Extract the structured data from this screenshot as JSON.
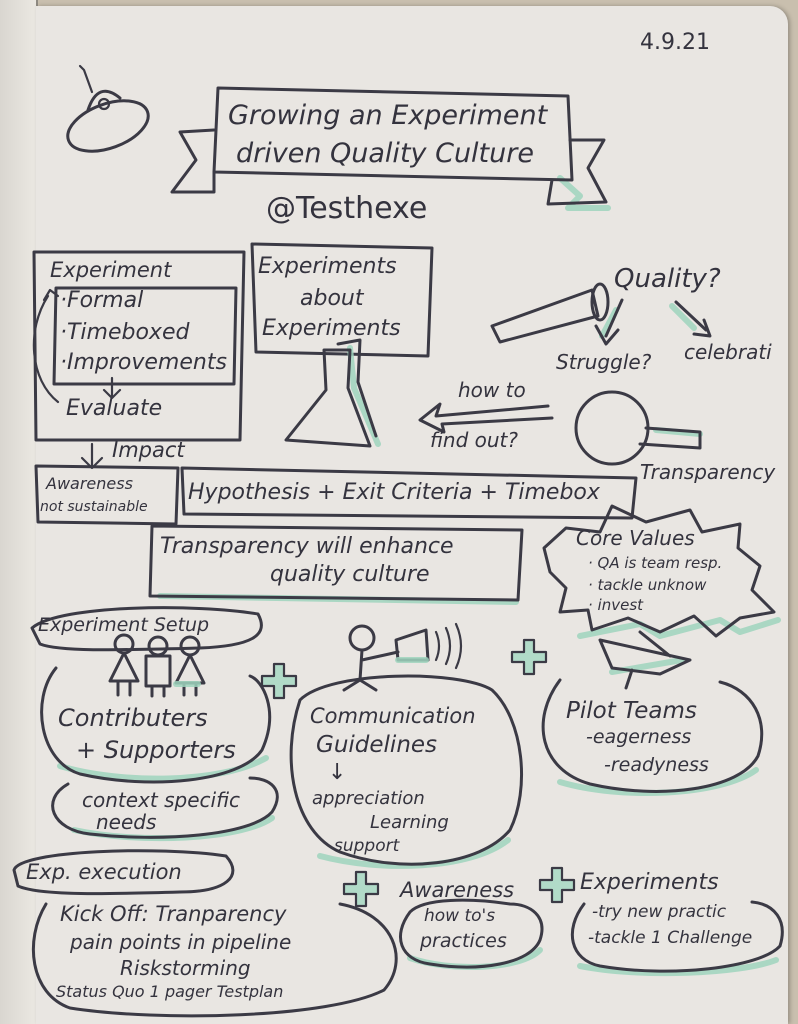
{
  "date": "4.9.21",
  "title": {
    "line1": "Growing an Experiment",
    "line2": "driven Quality Culture"
  },
  "author": "@Testhexe",
  "experiment": {
    "heading": "Experiment",
    "items": [
      "·Formal",
      "·Timeboxed",
      "·Improvements"
    ],
    "evaluate": "Evaluate",
    "impact": "Impact"
  },
  "experiments_box": [
    "Experiments",
    "about",
    "Experiments"
  ],
  "quality": {
    "label": "Quality?",
    "struggle": "Struggle?",
    "celebrate": "celebrati"
  },
  "how_to": [
    "how to",
    "find out?"
  ],
  "transparency_label": "Transparency",
  "awareness_box": [
    "Awareness",
    "not sustainable"
  ],
  "hypothesis": "Hypothesis + Exit Criteria + Timebox",
  "transparency_box": [
    "Transparency will enhance",
    "quality culture"
  ],
  "core_values": {
    "title": "Core Values",
    "items": [
      "· QA is team resp.",
      "· tackle unknow",
      "· invest"
    ]
  },
  "experiment_setup": "Experiment Setup",
  "contributors": [
    "Contributers",
    "+ Supporters"
  ],
  "context": [
    "context specific",
    "needs"
  ],
  "communication": {
    "title": [
      "Communication",
      "Guidelines"
    ],
    "arrow": "↓",
    "items": [
      "appreciation",
      "Learning",
      "support"
    ]
  },
  "pilot": {
    "title": "Pilot Teams",
    "items": [
      "-eagerness",
      "-readyness"
    ]
  },
  "execution": {
    "title": "Exp. execution",
    "lines": [
      "Kick Off: Tranparency",
      "pain points in pipeline",
      "Riskstorming",
      "Status Quo 1 pager Testplan"
    ]
  },
  "awareness2": [
    "Awareness",
    "how to's",
    "practices"
  ],
  "experiments2": [
    "Experiments",
    "-try new practic",
    "-tackle 1 Challenge"
  ]
}
